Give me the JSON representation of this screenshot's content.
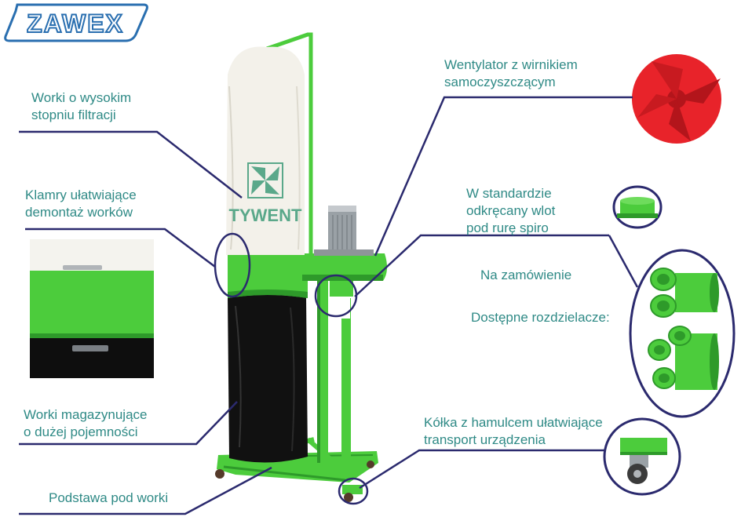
{
  "brand": {
    "logo": "ZAWEX",
    "bag_logo": "TYWENT"
  },
  "labels": {
    "bags_filtration": "Worki o wysokim\nstopniu filtracji",
    "clamps": "Klamry ułatwiające\ndemontaż worków",
    "storage_bags": "Worki magazynujące\no dużej pojemności",
    "base": "Podstawa pod worki",
    "fan": "Wentylator z wirnikiem\nsamoczyszczącym",
    "inlet": "W standardzie\nodkręcany wlot\npod rurę spiro",
    "on_order": "Na zamówienie",
    "splitters": "Dostępne rozdzielacze:",
    "wheels": "Kółka z hamulcem ułatwiające\ntransport urządzenia"
  },
  "colors": {
    "machine_green": "#4ccc3c",
    "dark_green": "#2e9a2a",
    "label_teal": "#2f8a86",
    "callout_navy": "#2b2a6e",
    "logo_blue": "#2a6fb0",
    "impeller_red": "#e8232a",
    "bag_white": "#f3f1ea",
    "bag_black": "#111111"
  },
  "icons": {
    "brand_logo": "zawex-logo",
    "bag_logo": "fan-logo-icon",
    "impeller": "impeller-icon",
    "splitter": "splitter-icon",
    "wheel": "caster-wheel-icon"
  }
}
